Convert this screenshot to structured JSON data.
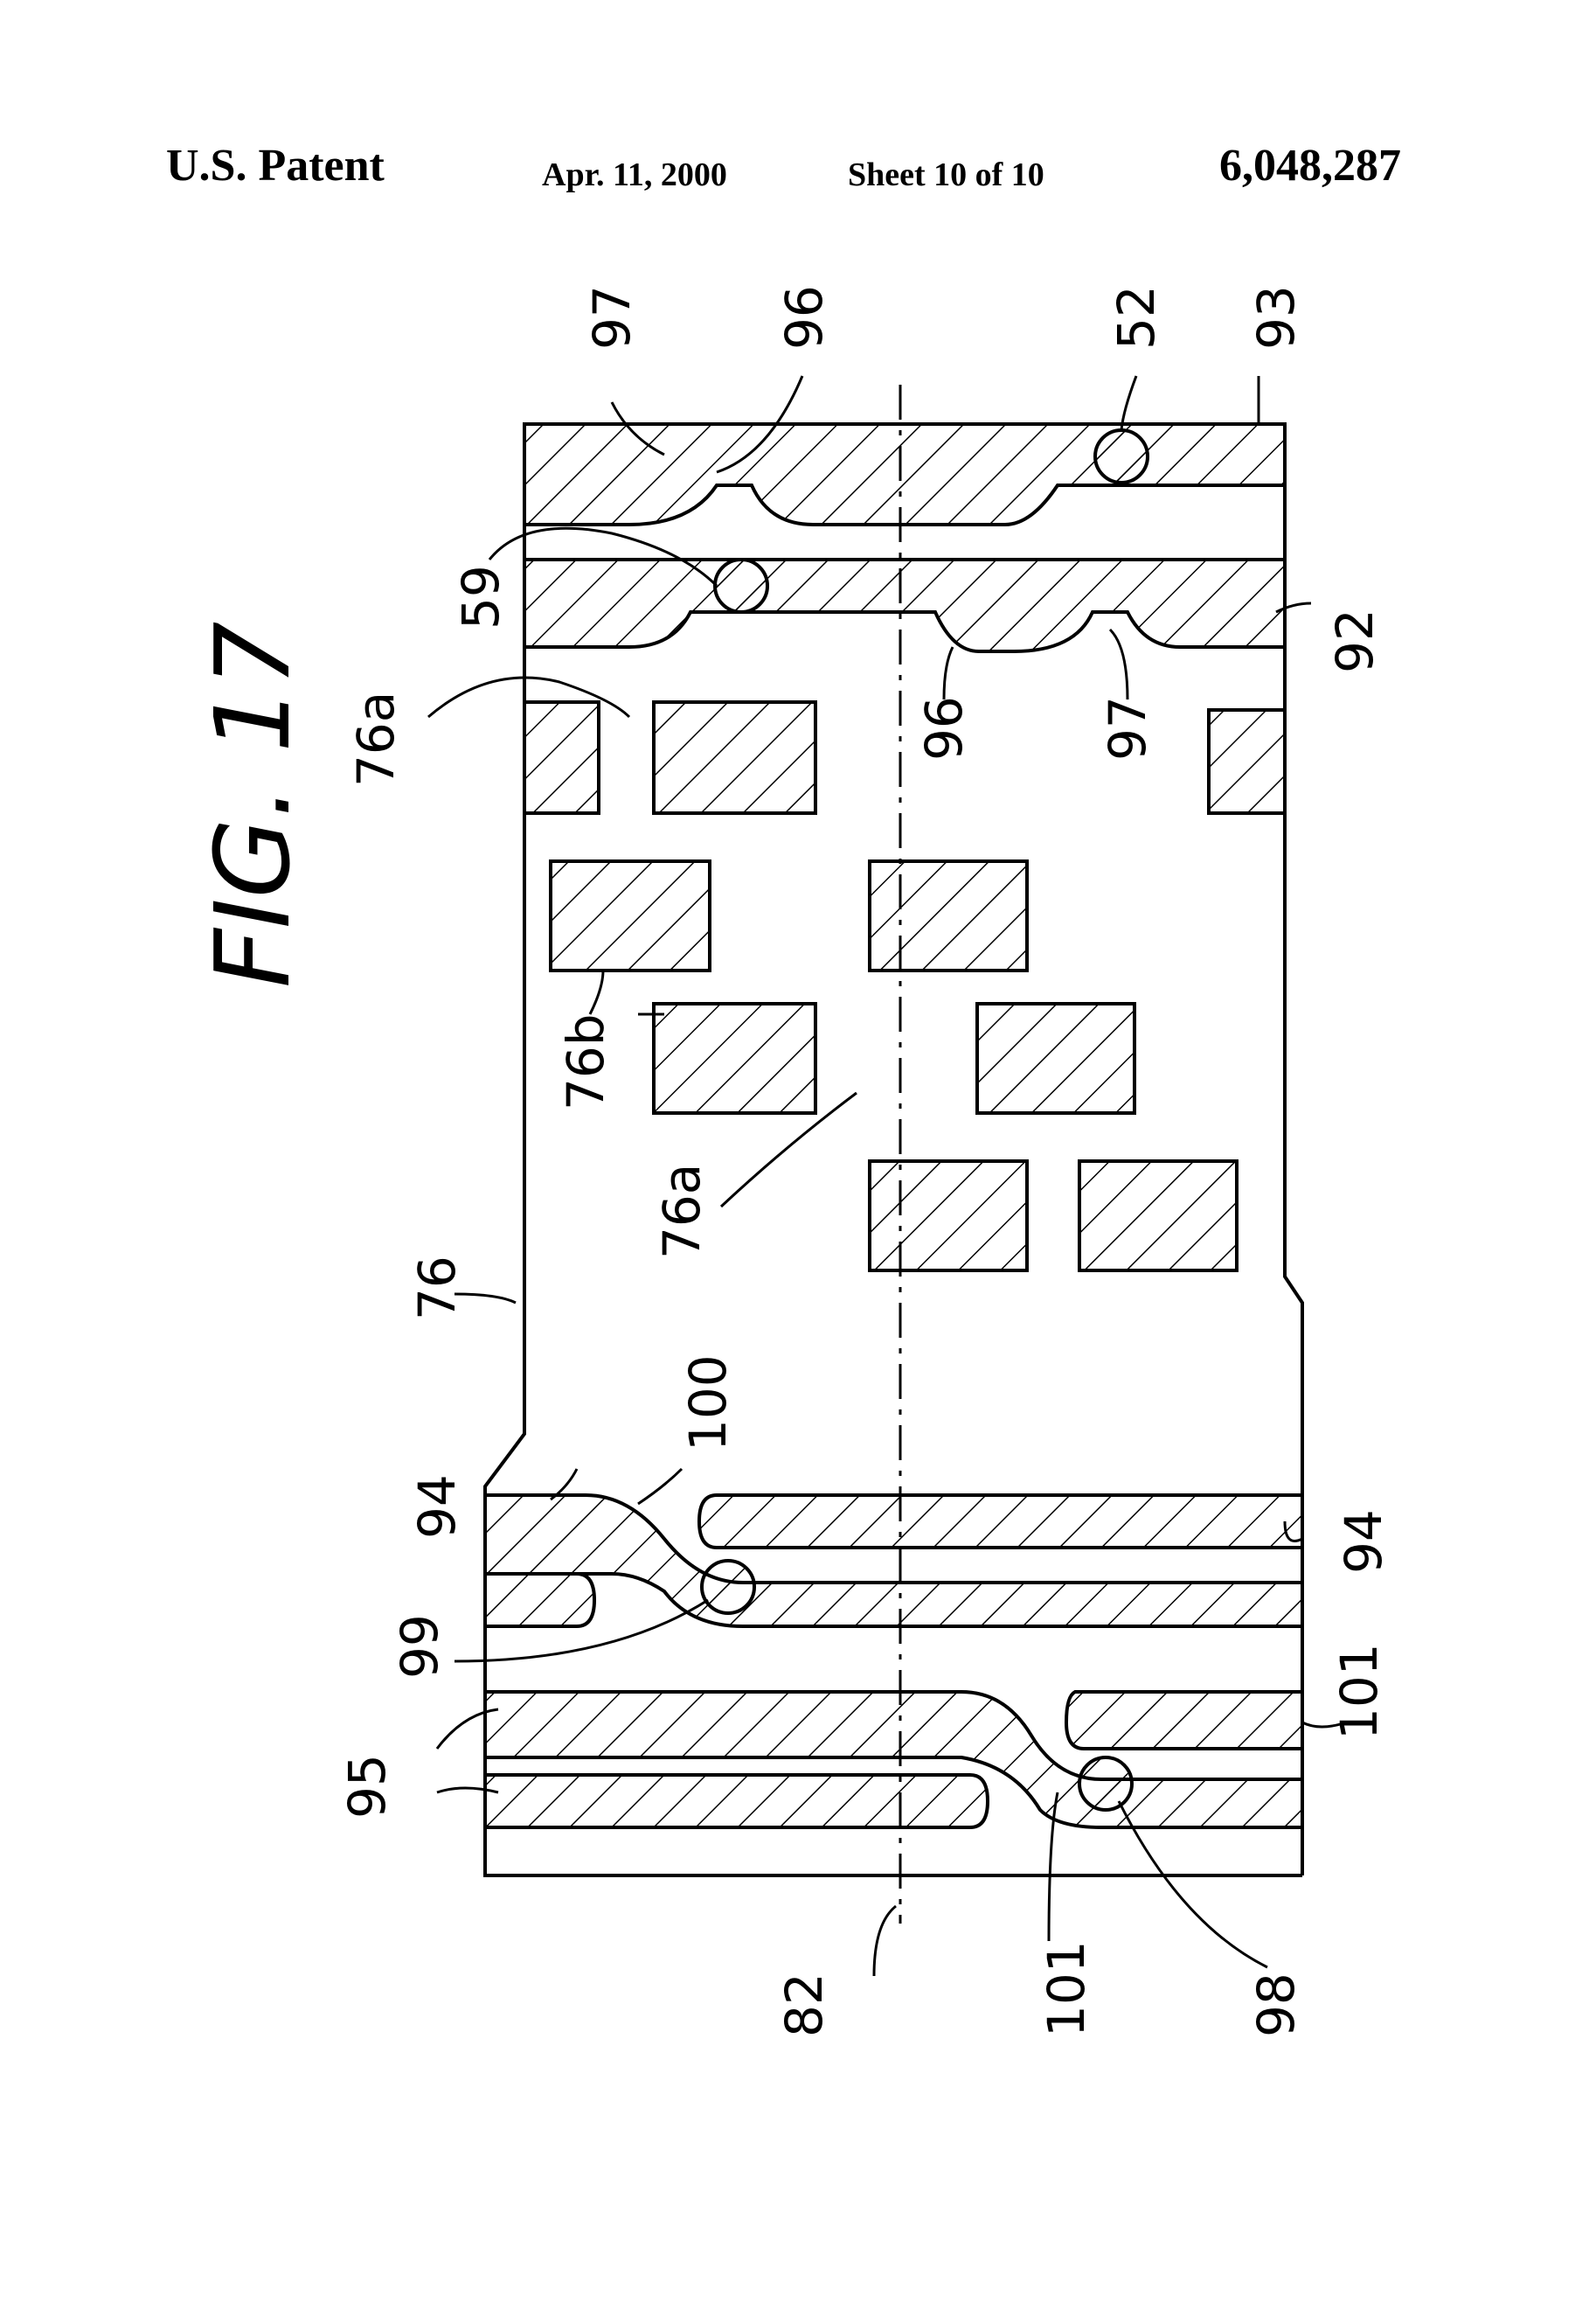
{
  "header": {
    "left": "U.S. Patent",
    "date": "Apr. 11, 2000",
    "sheet": "Sheet 10 of 10",
    "patent_number": "6,048,287"
  },
  "figure": {
    "label": "FIG. 17",
    "refs": {
      "r97a": "97",
      "r96a": "96",
      "r52": "52",
      "r93": "93",
      "r59": "59",
      "r92": "92",
      "r96b": "96",
      "r97b": "97",
      "r76a1": "76a",
      "r76b": "76b",
      "r76a2": "76a",
      "r76": "76",
      "r100": "100",
      "r94a": "94",
      "r94b": "94",
      "r99": "99",
      "r95": "95",
      "r101a": "101",
      "r101b": "101",
      "r82": "82",
      "r98": "98"
    }
  }
}
